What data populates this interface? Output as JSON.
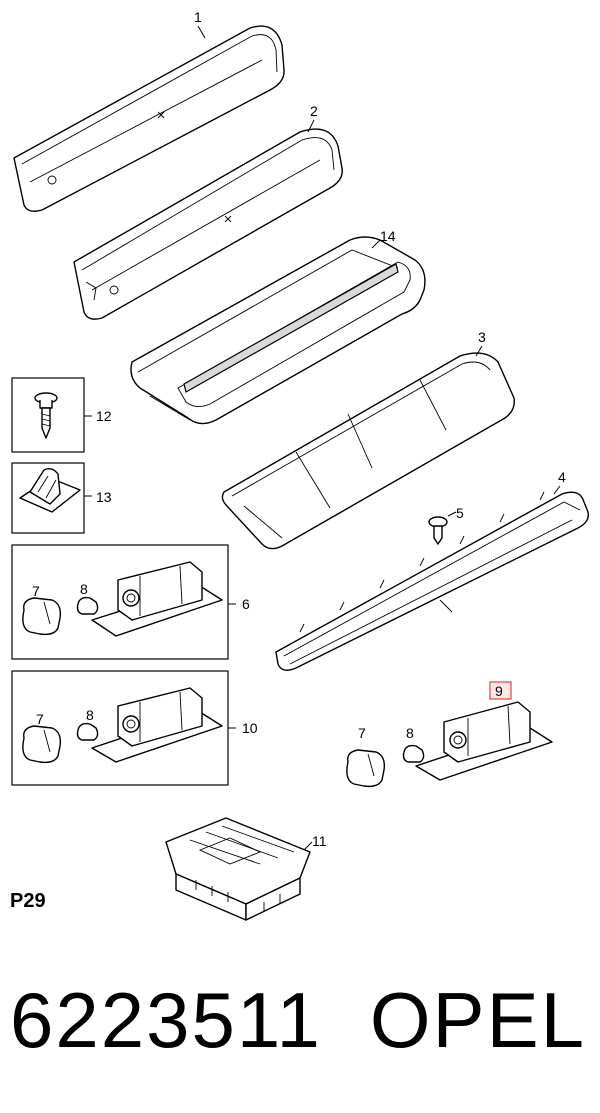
{
  "callouts": {
    "c1": "1",
    "c2": "2",
    "c3": "3",
    "c4": "4",
    "c5": "5",
    "c6": "6",
    "c7a": "7",
    "c7b": "7",
    "c7c": "7",
    "c8a": "8",
    "c8b": "8",
    "c8c": "8",
    "c9": "9",
    "c10": "10",
    "c11": "11",
    "c12": "12",
    "c13": "13",
    "c14": "14"
  },
  "highlight_color": "#e05050",
  "page_code": "P29",
  "footer": {
    "part_number": "6223511",
    "brand": "OPEL"
  }
}
